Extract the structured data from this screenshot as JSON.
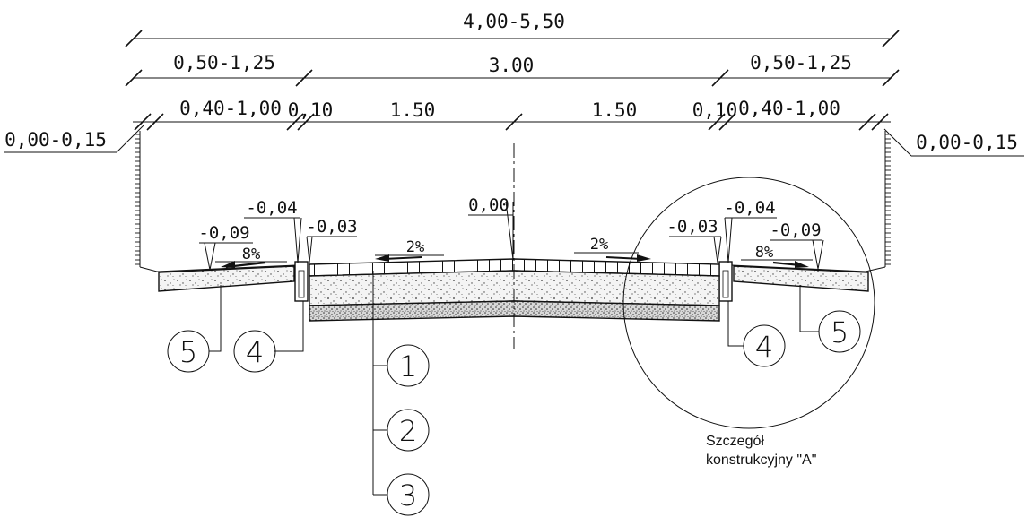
{
  "dimensions": {
    "total_width": "4,00-5,50",
    "side_left": "0,50-1,25",
    "center": "3.00",
    "side_right": "0,50-1,25",
    "sub_left": "0,40-1,00",
    "curb_left": "0,10",
    "half_left": "1.50",
    "half_right": "1.50",
    "curb_right": "0,10",
    "sub_right": "0,40-1,00",
    "edge_left": "0,00-0,15",
    "edge_right": "0,00-0,15"
  },
  "levels": {
    "left_outer": "-0,09",
    "left_curb_top": "-0,04",
    "left_curb_inner": "-0,03",
    "axis": "0,00",
    "right_curb_inner": "-0,03",
    "right_curb_top": "-0,04",
    "right_outer": "-0,09"
  },
  "slopes": {
    "left_shoulder": "8%",
    "left_lane": "2%",
    "right_lane": "2%",
    "right_shoulder": "8%"
  },
  "layer_callouts": [
    "1",
    "2",
    "3",
    "4",
    "5"
  ],
  "detail_note": {
    "line1": "Szczegół",
    "line2": "konstrukcyjny \"A\""
  }
}
